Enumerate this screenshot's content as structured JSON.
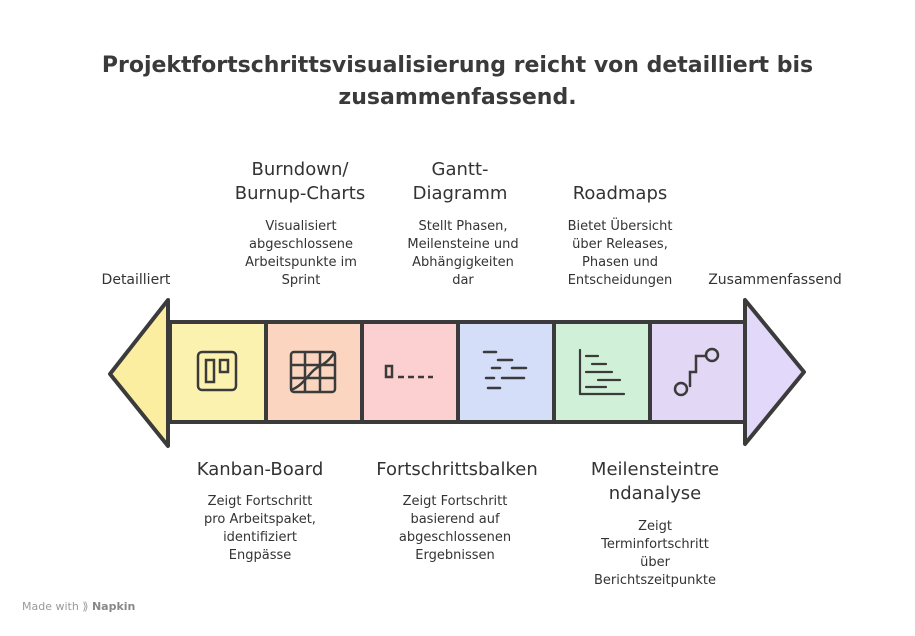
{
  "title": "Projektfortschrittsvisualisierung reicht von detailliert bis zusammenfassend.",
  "left_end_label": "Detailliert",
  "right_end_label": "Zusammenfassend",
  "colors": {
    "arrow_left": "#fbeea0",
    "segments": [
      "#fcf2b0",
      "#fbd5c0",
      "#fcd0d0",
      "#d4def8",
      "#d0f0d8",
      "#e2d8f5"
    ],
    "arrow_right": "#e2d8fa",
    "outline": "#3b3b3b"
  },
  "top_items": [
    {
      "label_lines": [
        "Burndown/",
        "Burnup-Charts"
      ],
      "desc_lines": [
        "Visualisiert",
        "abgeschlossene",
        "Arbeitspunkte im",
        "Sprint"
      ],
      "icon": "burndown-chart-icon"
    },
    {
      "label_lines": [
        "Gantt-",
        "Diagramm"
      ],
      "desc_lines": [
        "Stellt Phasen,",
        "Meilensteine und",
        "Abhängigkeiten",
        "dar"
      ],
      "icon": "gantt-icon"
    },
    {
      "label_lines": [
        "Roadmaps"
      ],
      "desc_lines": [
        "Bietet Übersicht",
        "über Releases,",
        "Phasen und",
        "Entscheidungen"
      ],
      "icon": "roadmap-icon"
    }
  ],
  "bottom_items": [
    {
      "label_lines": [
        "Kanban-Board"
      ],
      "desc_lines": [
        "Zeigt Fortschritt",
        "pro Arbeitspaket,",
        "identifiziert",
        "Engpässe"
      ],
      "icon": "kanban-board-icon"
    },
    {
      "label_lines": [
        "Fortschrittsbalken"
      ],
      "desc_lines": [
        "Zeigt Fortschritt",
        "basierend auf",
        "abgeschlossenen",
        "Ergebnissen"
      ],
      "icon": "progress-bar-icon"
    },
    {
      "label_lines": [
        "Meilensteintre",
        "ndanalyse"
      ],
      "desc_lines": [
        "Zeigt",
        "Terminfortschritt",
        "über",
        "Berichtszeitpunkte"
      ],
      "icon": "milestone-trend-icon"
    }
  ],
  "footer": {
    "prefix": "Made with",
    "brand": "Napkin"
  }
}
